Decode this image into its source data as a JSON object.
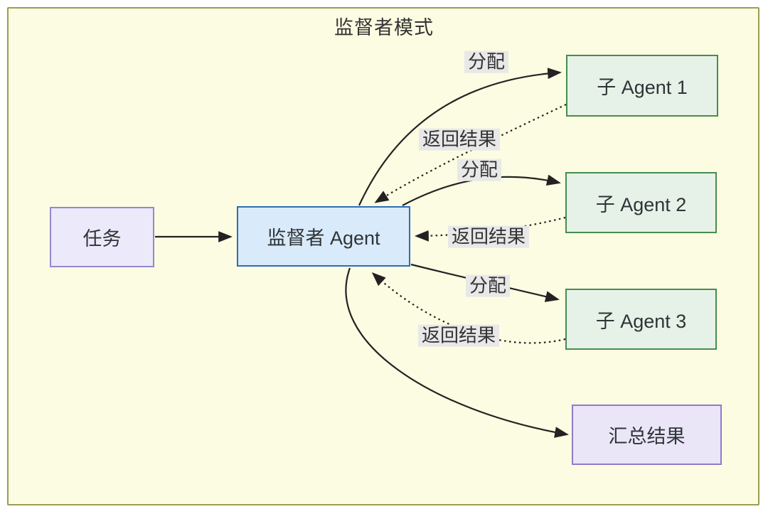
{
  "diagram": {
    "title": "监督者模式",
    "nodes": {
      "task": {
        "label": "任务"
      },
      "supervisor": {
        "label": "监督者 Agent"
      },
      "agent1": {
        "label": "子 Agent 1"
      },
      "agent2": {
        "label": "子 Agent 2"
      },
      "agent3": {
        "label": "子 Agent 3"
      },
      "result": {
        "label": "汇总结果"
      }
    },
    "edges": [
      {
        "from": "任务",
        "to": "监督者 Agent",
        "style": "solid",
        "label": ""
      },
      {
        "from": "监督者 Agent",
        "to": "子 Agent 1",
        "style": "solid",
        "label": "分配"
      },
      {
        "from": "子 Agent 1",
        "to": "监督者 Agent",
        "style": "dotted",
        "label": "返回结果"
      },
      {
        "from": "监督者 Agent",
        "to": "子 Agent 2",
        "style": "solid",
        "label": "分配"
      },
      {
        "from": "子 Agent 2",
        "to": "监督者 Agent",
        "style": "dotted",
        "label": "返回结果"
      },
      {
        "from": "监督者 Agent",
        "to": "子 Agent 3",
        "style": "solid",
        "label": "分配"
      },
      {
        "from": "子 Agent 3",
        "to": "监督者 Agent",
        "style": "dotted",
        "label": "返回结果"
      },
      {
        "from": "监督者 Agent",
        "to": "汇总结果",
        "style": "solid",
        "label": ""
      }
    ],
    "colors": {
      "canvas_bg": "#FCFCE2",
      "canvas_border": "#9C9C52",
      "task_bg": "#ECE9FA",
      "task_border": "#9588CC",
      "supervisor_bg": "#D9EAFB",
      "supervisor_border": "#2E6DB4",
      "agent_bg": "#E6F2E8",
      "agent_border": "#478C4F",
      "result_bg": "#EAE6F8",
      "result_border": "#8F7BC8",
      "edge": "#222222",
      "label_bg": "#E8E8E8"
    }
  }
}
